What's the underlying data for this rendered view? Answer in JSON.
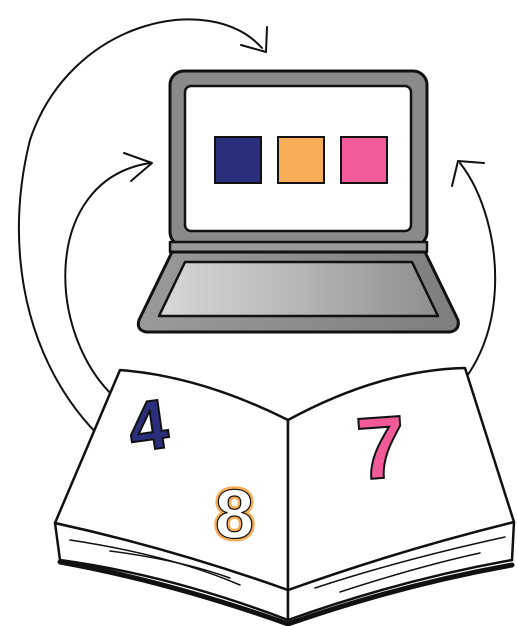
{
  "colors": {
    "navy": "#2b2f7b",
    "orange": "#f6ad55",
    "pink": "#f25a9a",
    "outline": "#111111",
    "laptop_gray": "#8a8a8a",
    "laptop_light": "#d6d6d6",
    "screen": "#ffffff"
  },
  "screen_tiles": [
    {
      "name": "tile-navy",
      "color": "#2b2f7b"
    },
    {
      "name": "tile-orange",
      "color": "#f6ad55"
    },
    {
      "name": "tile-pink",
      "color": "#f25a9a"
    }
  ],
  "book": {
    "digit_left_top": "4",
    "digit_left_bottom": "8",
    "digit_right": "7"
  }
}
